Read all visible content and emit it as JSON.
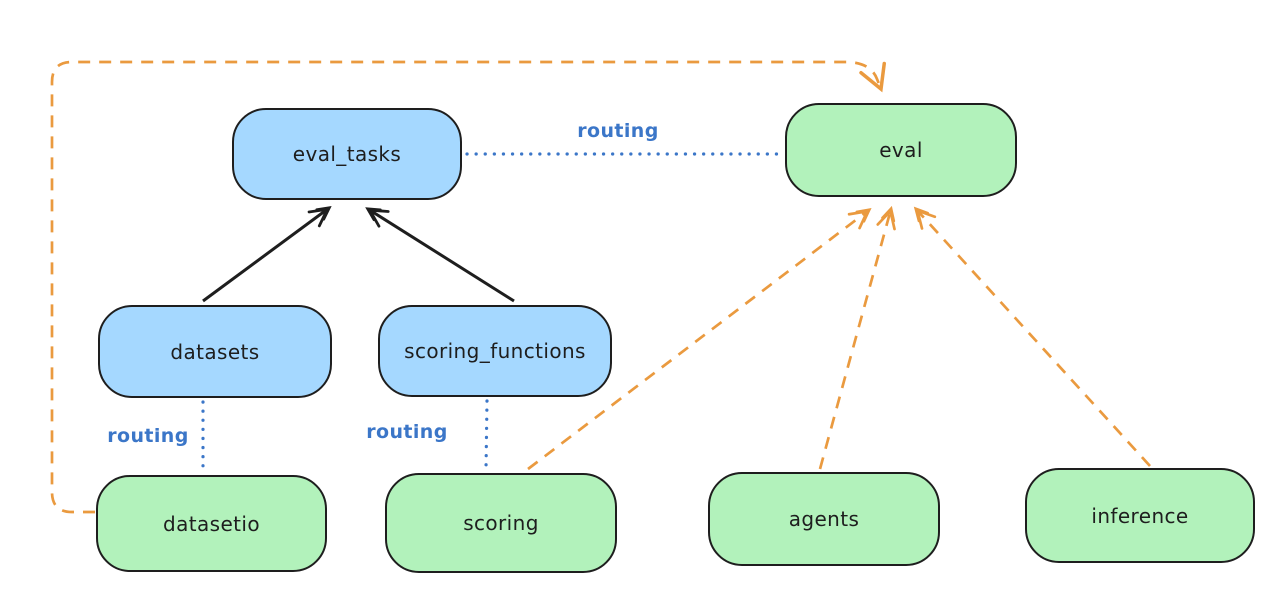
{
  "diagram": {
    "nodes": {
      "eval_tasks": {
        "label": "eval_tasks",
        "color": "blue"
      },
      "eval": {
        "label": "eval",
        "color": "green"
      },
      "datasets": {
        "label": "datasets",
        "color": "blue"
      },
      "scoring_functions": {
        "label": "scoring_functions",
        "color": "blue"
      },
      "datasetio": {
        "label": "datasetio",
        "color": "green"
      },
      "scoring": {
        "label": "scoring",
        "color": "green"
      },
      "agents": {
        "label": "agents",
        "color": "green"
      },
      "inference": {
        "label": "inference",
        "color": "green"
      }
    },
    "labels": {
      "routing_eval_tasks_eval": "routing",
      "routing_datasets_datasetio": "routing",
      "routing_scoring_functions_scoring": "routing"
    },
    "connections": [
      {
        "from": "datasets",
        "to": "eval_tasks",
        "style": "solid-black-arrow"
      },
      {
        "from": "scoring_functions",
        "to": "eval_tasks",
        "style": "solid-black-arrow"
      },
      {
        "from": "eval_tasks",
        "to": "eval",
        "style": "dotted-blue",
        "label": "routing"
      },
      {
        "from": "datasets",
        "to": "datasetio",
        "style": "dotted-blue",
        "label": "routing"
      },
      {
        "from": "scoring_functions",
        "to": "scoring",
        "style": "dotted-blue",
        "label": "routing"
      },
      {
        "from": "datasetio",
        "to": "eval",
        "style": "dashed-orange-arrow"
      },
      {
        "from": "scoring",
        "to": "eval",
        "style": "dashed-orange-arrow"
      },
      {
        "from": "agents",
        "to": "eval",
        "style": "dashed-orange-arrow"
      },
      {
        "from": "inference",
        "to": "eval",
        "style": "dashed-orange-arrow"
      }
    ],
    "colors": {
      "node_blue_fill": "#a5d8ff",
      "node_green_fill": "#b2f2bb",
      "node_stroke": "#1e1e1e",
      "routing_blue": "#3b76c8",
      "orange": "#ea9a3f",
      "background": "#ffffff"
    }
  }
}
